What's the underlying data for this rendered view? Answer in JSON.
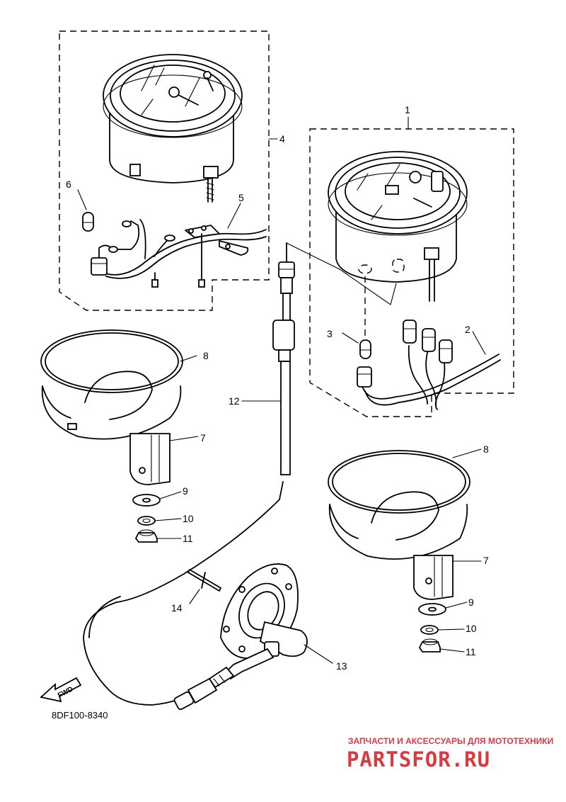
{
  "diagram_code": "8DF100-8340",
  "fwd_label": "FWD",
  "callouts": {
    "c1": "1",
    "c2": "2",
    "c3": "3",
    "c4": "4",
    "c5": "5",
    "c6": "6",
    "c7a": "7",
    "c7b": "7",
    "c8a": "8",
    "c8b": "8",
    "c9a": "9",
    "c9b": "9",
    "c10a": "10",
    "c10b": "10",
    "c11a": "11",
    "c11b": "11",
    "c12": "12",
    "c13": "13",
    "c14": "14"
  },
  "watermark": {
    "tagline": "ЗАПЧАСТИ И АКСЕССУАРЫ ДЛЯ МОТОТЕХНИКИ",
    "site": "PARTSFOR.RU",
    "color": "#d93a42"
  }
}
